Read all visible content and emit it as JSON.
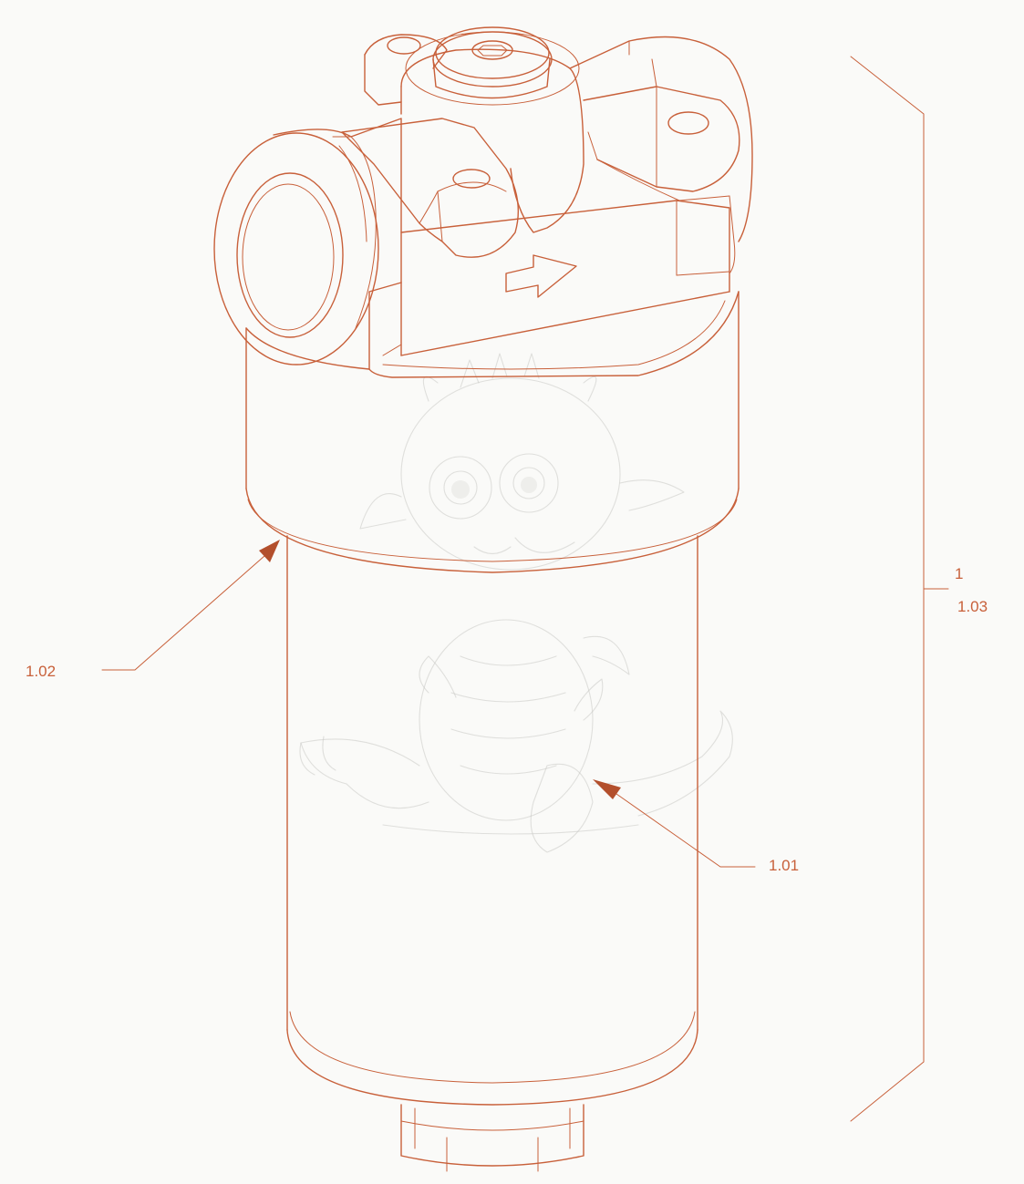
{
  "colors": {
    "line": "#c8603a",
    "arrow": "#b34f2c",
    "background": "#fafaf8",
    "watermark": "#c9c9c4"
  },
  "callouts": {
    "body_label": "1.01",
    "seam_label": "1.02",
    "assembly_label": "1",
    "assembly_sublabel": "1.03"
  },
  "icons": {
    "flow_arrow": "flow-direction-arrow-icon",
    "hex_socket": "hex-socket-icon"
  }
}
